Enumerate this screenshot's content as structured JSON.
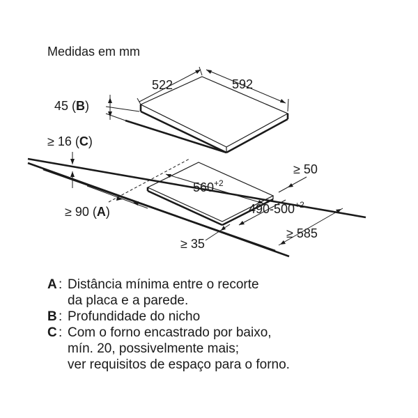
{
  "units_label": "Medidas em mm",
  "dimensions": {
    "hob_depth": "522",
    "hob_width": "592",
    "hob_thickness": "45 (",
    "cutout_width": "560",
    "cutout_width_tol": "+2",
    "cutout_depth": "490-500",
    "cutout_depth_tol": "+2",
    "rear_clearance": "≥ 50",
    "worktop_depth": "≥ 585",
    "front_clearance": "≥ 35",
    "wall_distance": "≥ 90 (",
    "oven_gap": "≥ 16 ("
  },
  "keys": {
    "a": "A",
    "b": "B",
    "c": "C",
    "close": ")"
  },
  "legend": [
    {
      "key": "A",
      "lines": [
        "Distância mínima entre o recorte",
        "da placa e a parede."
      ]
    },
    {
      "key": "B",
      "lines": [
        "Profundidade do nicho"
      ]
    },
    {
      "key": "C",
      "lines": [
        "Com o forno encastrado por baixo,",
        "mín. 20, possivelmente mais;",
        "ver requisitos de espaço para o forno."
      ]
    }
  ],
  "legend_sep": ":"
}
